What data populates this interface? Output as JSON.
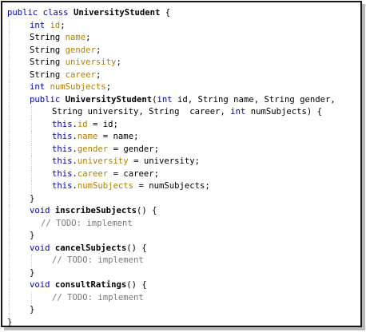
{
  "lines": [
    {
      "indent": 0,
      "tokens": [
        {
          "t": "public",
          "c": "kw"
        },
        {
          "t": " "
        },
        {
          "t": "class",
          "c": "kw"
        },
        {
          "t": " "
        },
        {
          "t": "UniversityStudent",
          "c": "mth"
        },
        {
          "t": " {"
        }
      ]
    },
    {
      "indent": 1,
      "tokens": [
        {
          "t": "int",
          "c": "kw"
        },
        {
          "t": " "
        },
        {
          "t": "id",
          "c": "fld"
        },
        {
          "t": ";"
        }
      ]
    },
    {
      "indent": 1,
      "tokens": [
        {
          "t": "String "
        },
        {
          "t": "name",
          "c": "fld"
        },
        {
          "t": ";"
        }
      ]
    },
    {
      "indent": 1,
      "tokens": [
        {
          "t": "String "
        },
        {
          "t": "gender",
          "c": "fld"
        },
        {
          "t": ";"
        }
      ]
    },
    {
      "indent": 1,
      "tokens": [
        {
          "t": "String "
        },
        {
          "t": "university",
          "c": "fld"
        },
        {
          "t": ";"
        }
      ]
    },
    {
      "indent": 1,
      "tokens": [
        {
          "t": "String "
        },
        {
          "t": "career",
          "c": "fld"
        },
        {
          "t": ";"
        }
      ]
    },
    {
      "indent": 1,
      "tokens": [
        {
          "t": "int",
          "c": "kw"
        },
        {
          "t": " "
        },
        {
          "t": "numSubjects",
          "c": "fld"
        },
        {
          "t": ";"
        }
      ]
    },
    {
      "indent": 1,
      "tokens": [
        {
          "t": "public",
          "c": "kw"
        },
        {
          "t": " "
        },
        {
          "t": "UniversityStudent",
          "c": "mth"
        },
        {
          "t": "("
        },
        {
          "t": "int",
          "c": "kw"
        },
        {
          "t": " id, String name, String gender,"
        }
      ]
    },
    {
      "indent": 2,
      "tokens": [
        {
          "t": "String university, String  career, "
        },
        {
          "t": "int",
          "c": "kw"
        },
        {
          "t": " numSubjects) {"
        }
      ]
    },
    {
      "indent": 2,
      "tokens": [
        {
          "t": "this",
          "c": "kw"
        },
        {
          "t": "."
        },
        {
          "t": "id",
          "c": "fld"
        },
        {
          "t": " = id;"
        }
      ]
    },
    {
      "indent": 2,
      "tokens": [
        {
          "t": "this",
          "c": "kw"
        },
        {
          "t": "."
        },
        {
          "t": "name",
          "c": "fld"
        },
        {
          "t": " = name;"
        }
      ]
    },
    {
      "indent": 2,
      "tokens": [
        {
          "t": "this",
          "c": "kw"
        },
        {
          "t": "."
        },
        {
          "t": "gender",
          "c": "fld"
        },
        {
          "t": " = gender;"
        }
      ]
    },
    {
      "indent": 2,
      "tokens": [
        {
          "t": "this",
          "c": "kw"
        },
        {
          "t": "."
        },
        {
          "t": "university",
          "c": "fld"
        },
        {
          "t": " = university;"
        }
      ]
    },
    {
      "indent": 2,
      "tokens": [
        {
          "t": "this",
          "c": "kw"
        },
        {
          "t": "."
        },
        {
          "t": "career",
          "c": "fld"
        },
        {
          "t": " = career;"
        }
      ]
    },
    {
      "indent": 2,
      "tokens": [
        {
          "t": "this",
          "c": "kw"
        },
        {
          "t": "."
        },
        {
          "t": "numSubjects",
          "c": "fld"
        },
        {
          "t": " = numSubjects;"
        }
      ]
    },
    {
      "indent": 1,
      "tokens": [
        {
          "t": "}"
        }
      ]
    },
    {
      "indent": 1,
      "tokens": [
        {
          "t": "void",
          "c": "kw"
        },
        {
          "t": " "
        },
        {
          "t": "inscribeSubjects",
          "c": "mth"
        },
        {
          "t": "() {"
        }
      ]
    },
    {
      "indent": 1.5,
      "tokens": [
        {
          "t": "// TODO: implement",
          "c": "cm"
        }
      ]
    },
    {
      "indent": 1,
      "tokens": [
        {
          "t": "}"
        }
      ]
    },
    {
      "indent": 1,
      "tokens": [
        {
          "t": "void",
          "c": "kw"
        },
        {
          "t": " "
        },
        {
          "t": "cancelSubjects",
          "c": "mth"
        },
        {
          "t": "() {"
        }
      ]
    },
    {
      "indent": 2,
      "tokens": [
        {
          "t": "// TODO: implement",
          "c": "cm"
        }
      ]
    },
    {
      "indent": 1,
      "tokens": [
        {
          "t": "}"
        }
      ]
    },
    {
      "indent": 1,
      "tokens": [
        {
          "t": "void",
          "c": "kw"
        },
        {
          "t": " "
        },
        {
          "t": "consultRatings",
          "c": "mth"
        },
        {
          "t": "() {"
        }
      ]
    },
    {
      "indent": 2,
      "tokens": [
        {
          "t": "// TODO: implement",
          "c": "cm"
        }
      ]
    },
    {
      "indent": 1,
      "tokens": [
        {
          "t": "}"
        }
      ]
    },
    {
      "indent": 0,
      "tokens": [
        {
          "t": "}"
        }
      ]
    }
  ]
}
